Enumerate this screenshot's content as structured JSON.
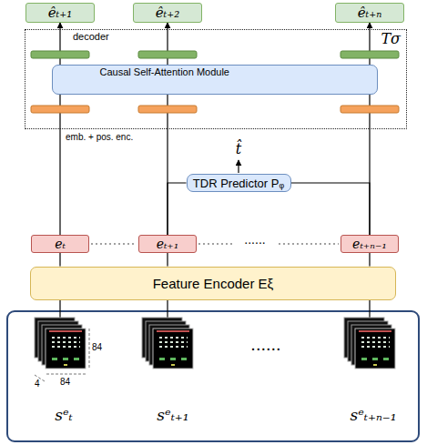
{
  "diagram": {
    "nodes": [
      {
        "text": [
          "êₜ₊₁"
        ]
      },
      {
        "text": [
          "êₜ₊₂"
        ]
      },
      {
        "text": [
          "êₜ₊ₙ"
        ]
      },
      {
        "text": [
          "decoder",
          "Tσ"
        ]
      },
      {
        "text": [
          "Causal Self-Attention Module"
        ],
        "in": 3
      },
      {
        "text": [
          "TDR Predictor Pᵩ"
        ]
      },
      {
        "text": [
          "eₜ"
        ]
      },
      {
        "text": [
          "eₜ₊₁"
        ]
      },
      {
        "text": [
          "eₜ₊ₙ₋₁"
        ]
      },
      {
        "text": [
          "Feature Encoder Eξ"
        ]
      }
    ],
    "edges": [
      {
        "from": 6,
        "to": 0,
        "arrow": "to"
      },
      {
        "from": 7,
        "to": 1,
        "arrow": "to"
      },
      {
        "from": 8,
        "to": 2,
        "arrow": "to"
      },
      {
        "from": 7,
        "to": 5,
        "arrow": "none"
      },
      {
        "from": 8,
        "to": 5,
        "arrow": "none"
      },
      {
        "from": 9,
        "to": 6,
        "arrow": "none"
      },
      {
        "from": 9,
        "to": 7,
        "arrow": "none"
      },
      {
        "from": 9,
        "to": 8,
        "arrow": "none"
      }
    ],
    "labels": [
      "emb. + pos. enc.",
      "t̂",
      "......",
      "84",
      "4",
      "84",
      "sᵉₜ",
      "sᵉₜ₊₁",
      "......",
      "sᵉₜ₊ₙ₋₁"
    ]
  }
}
